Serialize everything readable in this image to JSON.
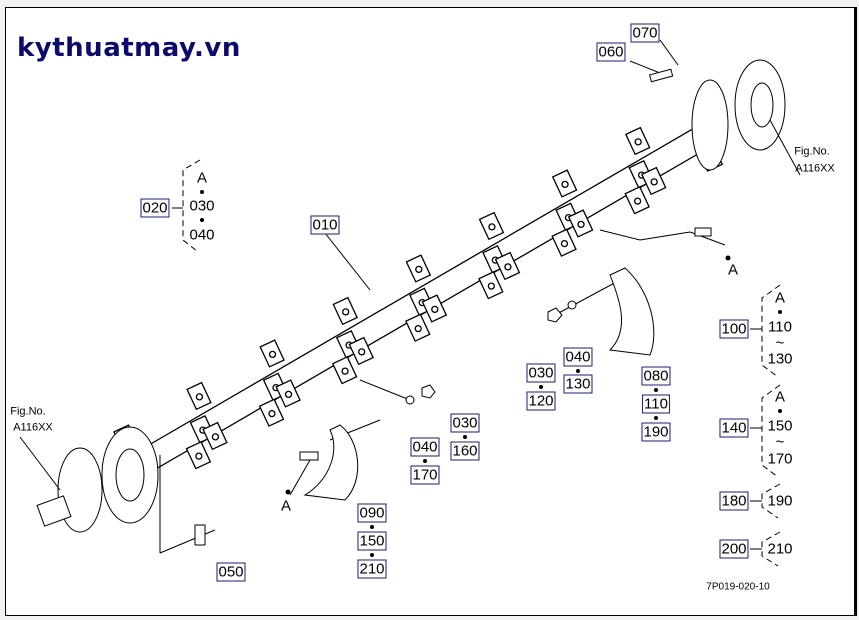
{
  "watermark": "kythuatmay.vn",
  "drawing_code": "7P019-020-10",
  "fig_refs": [
    {
      "line1": "Fig.No.",
      "line2": "A116XX"
    },
    {
      "line1": "Fig.No.",
      "line2": "A116XX"
    }
  ],
  "callouts": {
    "p010": "010",
    "p020": "020",
    "p050": "050",
    "p060": "060",
    "p070": "070",
    "p030a": "030",
    "p120": "120",
    "p040a": "040",
    "p130": "130",
    "p080": "080",
    "p110": "110",
    "p190": "190",
    "p040b": "040",
    "p170": "170",
    "p030b": "030",
    "p160": "160",
    "p090": "090",
    "p150": "150",
    "p210": "210",
    "p100": "100",
    "p140": "140",
    "p180": "180",
    "p200": "200"
  },
  "groups": {
    "g020": {
      "a": "A",
      "i1": "030",
      "i2": "040"
    },
    "g100": {
      "a": "A",
      "from": "110",
      "tilde": "~",
      "to": "130"
    },
    "g140": {
      "a": "A",
      "from": "150",
      "tilde": "~",
      "to": "170"
    },
    "g180": {
      "item": "190"
    },
    "g200": {
      "item": "210"
    }
  },
  "markers": {
    "a1": "A",
    "a2": "A"
  },
  "colors": {
    "label_border": "#1b1b7a",
    "watermark": "#0b0b6e"
  }
}
